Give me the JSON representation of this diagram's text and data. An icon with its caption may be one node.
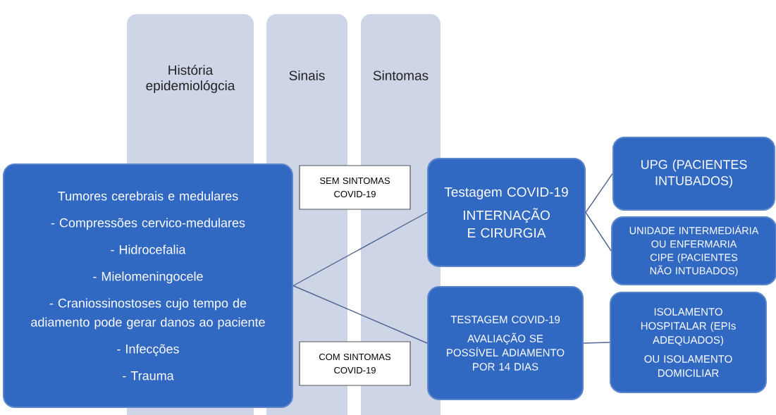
{
  "diagram": {
    "nodes": [
      {
        "text": [
          "Tumores cerebrais e medulares",
          "- Compressões cervico-medulares",
          "- Hidrocefalia",
          "- Mielomeningocele",
          "- Craniossinostoses cujo tempo de adiamento pode gerar danos ao paciente",
          "- Infecções",
          "- Trauma"
        ]
      },
      {
        "text": [
          "SEM SINTOMAS COVID-19"
        ]
      },
      {
        "text": [
          "COM SINTOMAS COVID-19"
        ]
      },
      {
        "text": [
          "Testagem COVID-19",
          "INTERNAÇÃO E CIRURGIA"
        ]
      },
      {
        "text": [
          "TESTAGEM COVID-19",
          "AVALIAÇÃO SE POSSÍVEL ADIAMENTO POR 14 DIAS"
        ]
      },
      {
        "text": [
          "UPG (PACIENTES INTUBADOS)"
        ]
      },
      {
        "text": [
          "UNIDADE INTERMEDIÁRIA OU ENFERMARIA CIPE (PACIENTES NÃO INTUBADOS)"
        ]
      },
      {
        "text": [
          "ISOLAMENTO HOSPITALAR (EPIs ADEQUADOS)",
          "OU ISOLAMENTO DOMICILIAR"
        ]
      }
    ],
    "edges": [
      {
        "from": 0,
        "to": 3,
        "arrow": "none"
      },
      {
        "from": 0,
        "to": 4,
        "arrow": "none"
      },
      {
        "from": 3,
        "to": 5,
        "arrow": "none"
      },
      {
        "from": 3,
        "to": 6,
        "arrow": "none"
      },
      {
        "from": 4,
        "to": 7,
        "arrow": "none"
      }
    ],
    "labels": [
      "História epidemiológcia",
      "Sinais",
      "Sintomas"
    ]
  }
}
